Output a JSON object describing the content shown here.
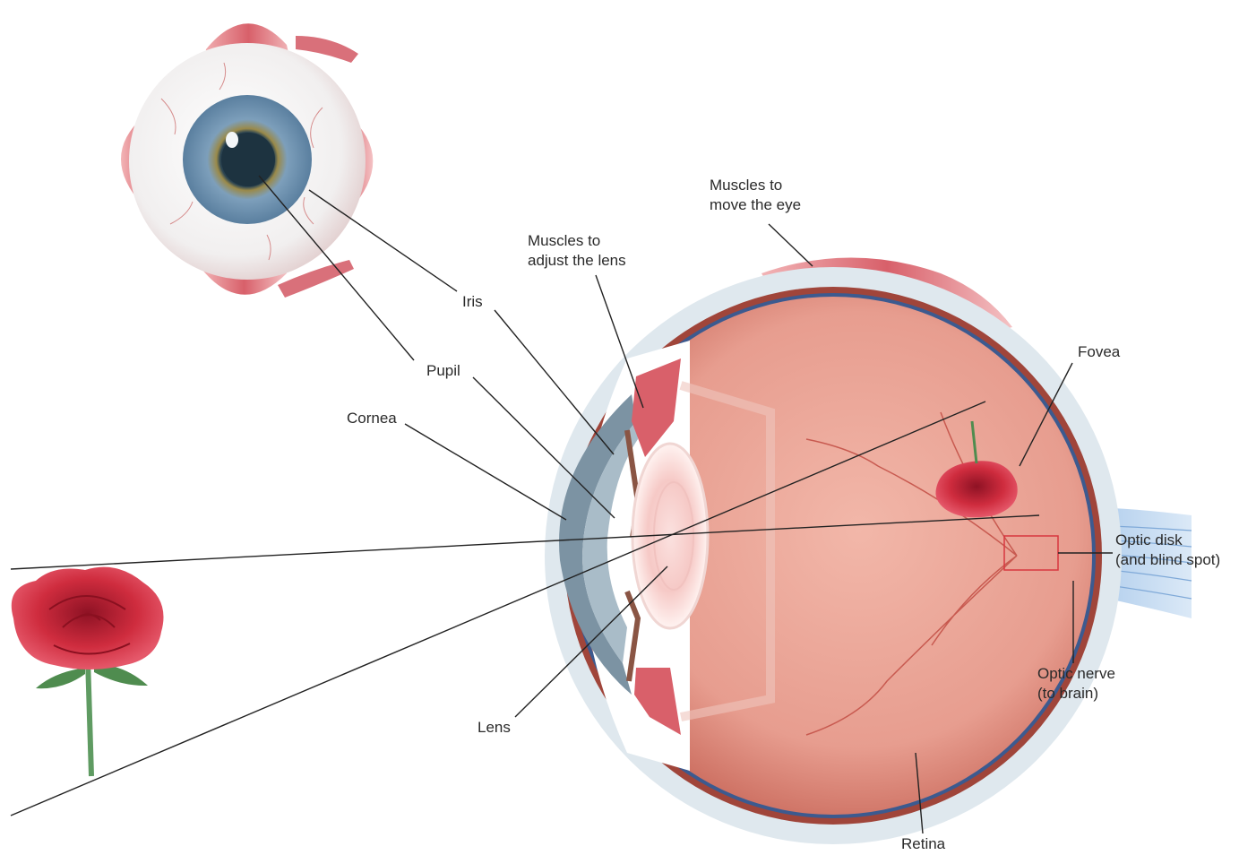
{
  "labels": {
    "iris": "Iris",
    "pupil": "Pupil",
    "cornea": "Cornea",
    "lens": "Lens",
    "muscles_lens": [
      "Muscles to",
      "adjust the lens"
    ],
    "muscles_eye": [
      "Muscles to",
      "move the eye"
    ],
    "fovea": "Fovea",
    "optic_disk": [
      "Optic disk",
      "(and blind spot)"
    ],
    "optic_nerve": [
      "Optic nerve",
      "(to brain)"
    ],
    "retina": "Retina"
  },
  "colors": {
    "sclera": "#dfe8ee",
    "interior": "#e59a8e",
    "muscle": "#d9626b",
    "rose": "#c8283a",
    "stem": "#4f8c4f",
    "iris": "#6f93b3",
    "nerve": "#a9c9ea",
    "leader_line": "#222222"
  }
}
